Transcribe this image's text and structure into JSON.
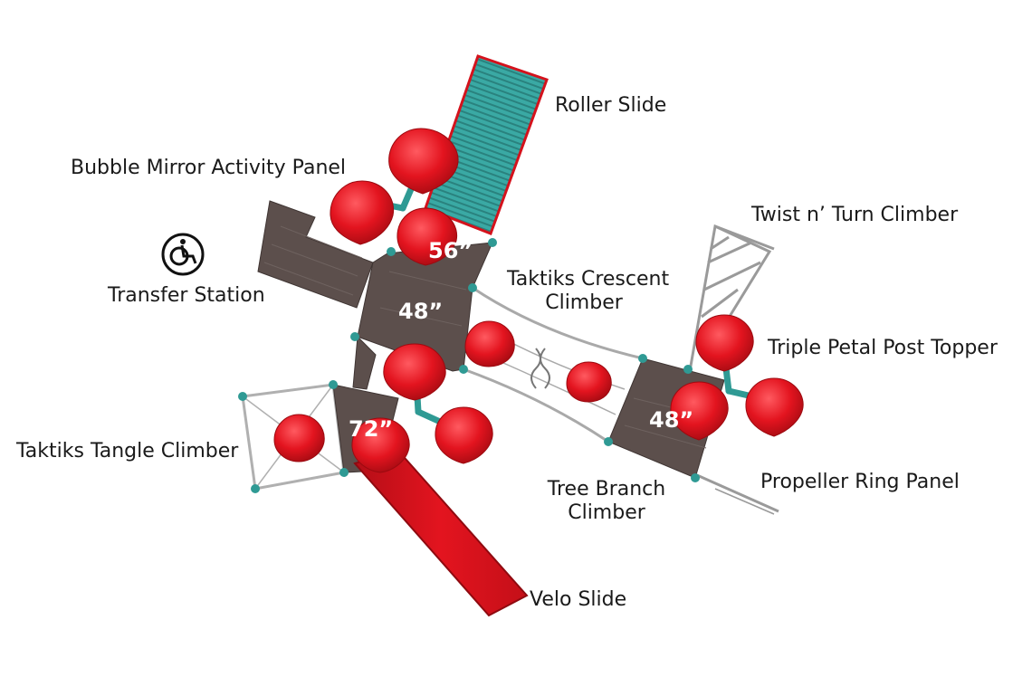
{
  "components": {
    "roller_slide": "Roller Slide",
    "bubble_mirror": "Bubble Mirror Activity Panel",
    "transfer_station": "Transfer Station",
    "twist_turn": "Twist n’ Turn Climber",
    "crescent_climber": [
      "Taktiks Crescent",
      "Climber"
    ],
    "triple_petal": "Triple Petal Post Topper",
    "tangle_climber": "Taktiks Tangle Climber",
    "propeller_ring": "Propeller Ring Panel",
    "tree_branch": [
      "Tree Branch",
      "Climber"
    ],
    "velo_slide": "Velo Slide"
  },
  "deck_heights": {
    "deck_56": "56”",
    "deck_48_left": "48”",
    "deck_72": "72”",
    "deck_48_right": "48”"
  },
  "icons": {
    "accessibility": "wheelchair-accessible-icon"
  },
  "colors": {
    "deck": "#5c4f4c",
    "petal": "#e3141f",
    "roller_slide": "#3aa9a4",
    "velo_slide": "#d4121c",
    "post": "#2f9a94",
    "cable": "#a9a9a9"
  }
}
